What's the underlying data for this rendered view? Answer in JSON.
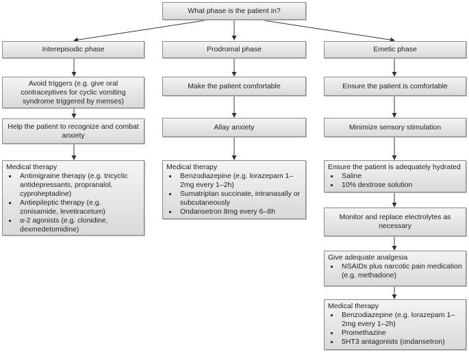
{
  "root": "What phase is the patient in?",
  "columns": [
    {
      "phase": "Interepisodic phase",
      "steps": [
        "Avoid triggers (e.g. give oral contraceptives for cyclic vomiting syndrome triggered by menses)",
        "Help the patient to recognize and combat anxiety"
      ],
      "therapy": {
        "title": "Medical therapy",
        "items": [
          "Antimigraine therapy (e.g. tricyclic antidepressants, propranalol, cyproheptadine)",
          "Antiepileptic therapy (e.g. zonisamide, levetiracetum)",
          "α-2 agonists (e.g. clonidine, dexmedetomidine)"
        ]
      }
    },
    {
      "phase": "Prodromal phase",
      "steps": [
        "Make the patient comfortable",
        "Allay anxiety"
      ],
      "therapy": {
        "title": "Medical therapy",
        "items": [
          "Benzodiazepine (e.g. lorazepam 1–2mg every 1–2h)",
          "Sumatriptan succinate, intranasally or subcutaneously",
          "Ondansetron 8mg every 6–8h"
        ]
      }
    },
    {
      "phase": "Emetic phase",
      "steps": [
        "Ensure the patient is comfortable",
        "Minimize sensory stimulation"
      ],
      "hydration": {
        "title": "Ensure the patient is adequately hydrated",
        "items": [
          "Saline",
          "10% dextrose solution"
        ]
      },
      "electrolytes": "Monitor and replace electrolytes as necessary",
      "analgesia": {
        "title": "Give adequate analgesia",
        "items": [
          "NSAIDs plus narcotic pain medication (e.g. methadone)"
        ]
      },
      "therapy": {
        "title": "Medical therapy",
        "items": [
          "Benzodiazepine (e.g. lorazepam 1–2mg every 1–2h)",
          "Promethazine",
          "5HT3 antagonists (ondansetron)"
        ]
      }
    }
  ]
}
